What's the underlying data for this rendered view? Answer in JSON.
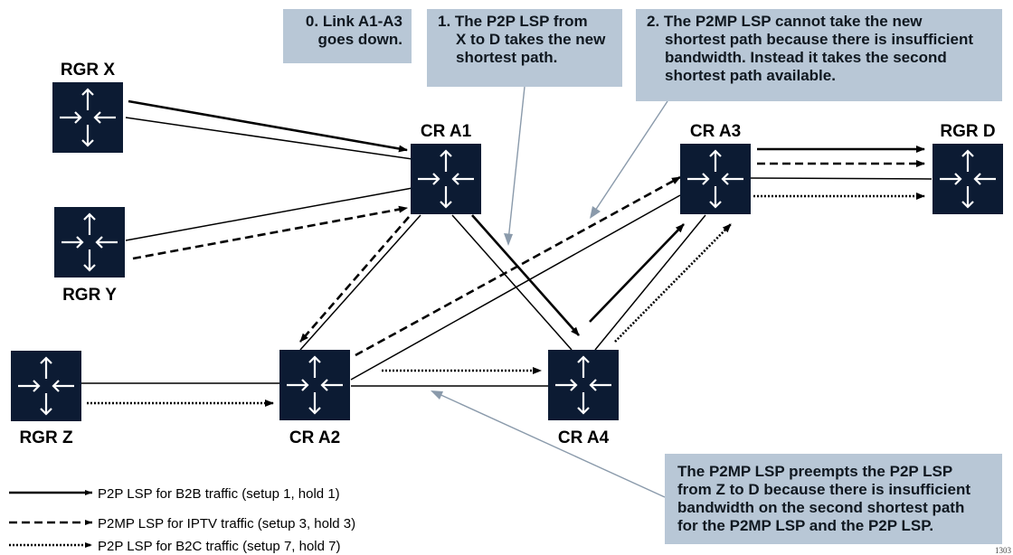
{
  "colors": {
    "router_fill": "#0c1b33",
    "router_glyph": "#ffffff",
    "callout_bg": "#b8c7d6",
    "pointer_line": "#8a9aab",
    "line": "#000000"
  },
  "icons": {
    "router": "router-icon"
  },
  "nodes": {
    "rgr_x": {
      "label": "RGR X"
    },
    "rgr_y": {
      "label": "RGR Y"
    },
    "rgr_z": {
      "label": "RGR Z"
    },
    "cr_a1": {
      "label": "CR A1"
    },
    "cr_a2": {
      "label": "CR A2"
    },
    "cr_a3": {
      "label": "CR A3"
    },
    "cr_a4": {
      "label": "CR A4"
    },
    "rgr_d": {
      "label": "RGR D"
    }
  },
  "callouts": {
    "step0": {
      "lines": [
        "0. Link A1-A3",
        "goes down."
      ]
    },
    "step1": {
      "lines": [
        "1. The P2P LSP from",
        "X to D takes the new",
        "shortest path."
      ]
    },
    "step2": {
      "lines": [
        "2. The P2MP LSP cannot take the new",
        "shortest path because there is insufficient",
        "bandwidth. Instead it takes the second",
        "shortest path available."
      ]
    },
    "preempt": {
      "lines": [
        "The P2MP LSP preempts the P2P LSP",
        "from Z to D because there is insufficient",
        "bandwidth on the second shortest path",
        "for the P2MP LSP and the P2P LSP."
      ]
    }
  },
  "legend": [
    {
      "style": "solid",
      "label": "P2P LSP for B2B traffic (setup 1, hold 1)"
    },
    {
      "style": "dashed",
      "label": "P2MP LSP for IPTV traffic (setup 3, hold 3)"
    },
    {
      "style": "dotted",
      "label": "P2P LSP for B2C traffic (setup 7, hold 7)"
    }
  ],
  "figure_id": "1303"
}
